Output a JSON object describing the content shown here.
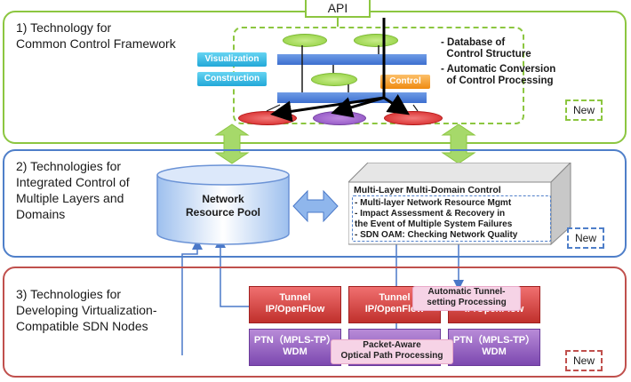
{
  "api_label": "API",
  "section1": {
    "title": "1) Technology for\nCommon Control Framework",
    "labels": {
      "visualization": "Visualization",
      "construction": "Construction",
      "control": "Control"
    },
    "bullets": [
      "- Database of",
      "  Control Structure",
      "- Automatic Conversion",
      "  of Control Processing"
    ],
    "new_badge": "New"
  },
  "section2": {
    "title": "2) Technologies for\nIntegrated Control of\nMultiple Layers and\nDomains",
    "pool_label": "Network\nResource Pool",
    "ml_title": "Multi-Layer Multi-Domain Control",
    "ml_items": [
      "- Multi-layer Network Resource Mgmt",
      "- Impact Assessment & Recovery in",
      "  the Event of Multiple System Failures",
      "- SDN OAM: Checking Network Quality"
    ],
    "new_badge": "New"
  },
  "section3": {
    "title": "3) Technologies for\nDeveloping Virtualization-\nCompatible SDN Nodes",
    "tunnel_node": "Tunnel\nIP/OpenFlow",
    "tunnel_node_partial": "Tunnel\nIP/OpenFlow",
    "tunnel_node_right": "IP/OpenFlow",
    "ptn_node": "PTN（MPLS-TP）\nWDM",
    "ptn_node_right": "PTN（MPLS-TP）\nWDM",
    "tunnel_processing": "Automatic Tunnel-\nsetting Processing",
    "optical_processing": "Packet-Aware\nOptical Path Processing",
    "new_badge": "New"
  },
  "colors": {
    "green": "#8cc640",
    "blue": "#4f7fc9",
    "red": "#c0504d"
  }
}
